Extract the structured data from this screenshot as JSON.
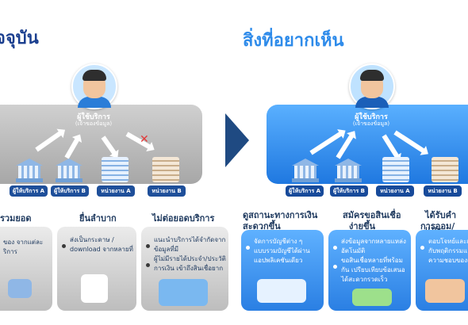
{
  "titles": {
    "left": "จจุบัน",
    "right": "สิ่งที่อยากเห็น"
  },
  "user": {
    "label": "ผู้ใช้บริการ",
    "sub": "(เจ้าของข้อมูล)"
  },
  "entities": {
    "provider_a": "ผู้ให้บริการ A",
    "provider_b": "ผู้ให้บริการ B",
    "agency_a": "หน่วยงาน A",
    "agency_b": "หน่วยงาน B"
  },
  "cards_left": [
    {
      "head": "รวมยอด",
      "lines": [
        "ของ จากแต่ละ",
        "ริการ"
      ]
    },
    {
      "head": "ยื่นลำบาก",
      "lines": [
        "ส่งเป็นกระดาษ /",
        "download จากหลายที่"
      ]
    },
    {
      "head": "ไม่ต่อยอดบริการ",
      "lines": [
        "แนะนำบริการได้จำกัดจาก",
        "ข้อมูลที่มี",
        "ผู้ไม่มีรายได้ประจำ/ประวัติ",
        "การเงิน เข้าถึงสินเชื่อยาก"
      ]
    }
  ],
  "cards_right": [
    {
      "head": "ดูสถานะทางการเงิน",
      "head2": "สะดวกขึ้น",
      "lines": [
        "จัดการบัญชีต่าง ๆ",
        "แบบรวมบัญชีได้ผ่าน",
        "แอปพลิเคชันเดียว"
      ]
    },
    {
      "head": "สมัครขอสินเชื่อ",
      "head2": "ง่ายขึ้น",
      "lines": [
        "ส่งข้อมูลจากหลายแหล่ง",
        "อัตโนมัติ",
        "ขอสินเชื่อหลายที่พร้อม",
        "กัน เปรียบเทียบข้อเสนอ",
        "ได้สะดวกรวดเร็ว"
      ]
    },
    {
      "head": "ได้รับคำแนะ",
      "head2": "การออม/การล",
      "lines": [
        "ตอบโจทย์และเห",
        "กับพฤติกรรมแล",
        "ความชอบของแ"
      ]
    }
  ],
  "colors": {
    "dark_blue": "#1b3f8f",
    "light_blue": "#2e8bea",
    "x_red": "#e23a3a"
  },
  "icons": [
    "user-avatar-icon",
    "bank-icon",
    "building-icon",
    "arrow-icon",
    "x-icon"
  ]
}
